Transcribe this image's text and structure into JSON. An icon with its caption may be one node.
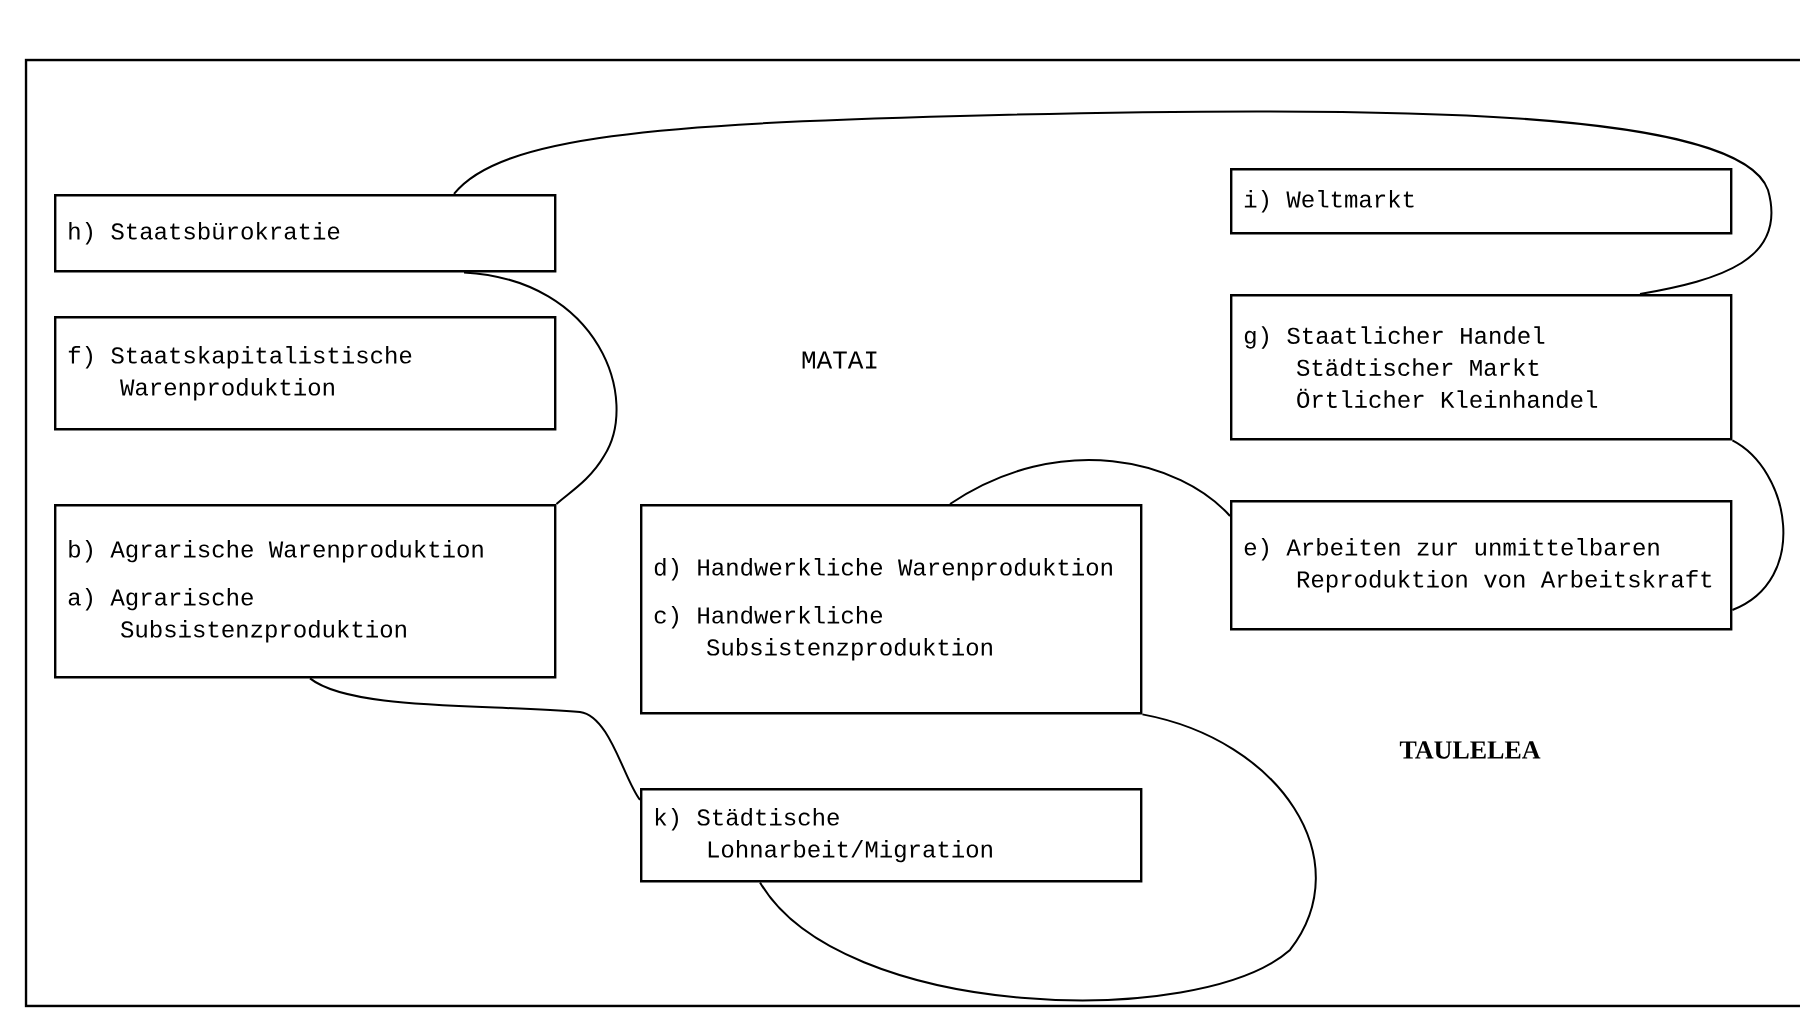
{
  "diagram": {
    "nodes": [
      {
        "text": [
          "h) Staatsbürokratie"
        ]
      },
      {
        "text": [
          "f) Staatskapitalistische Warenproduktion"
        ]
      },
      {
        "text": [
          "b) Agrarische Warenproduktion",
          "a) Agrarische Subsistenzproduktion"
        ]
      },
      {
        "text": [
          "d) Handwerkliche Warenproduktion",
          "c) Handwerkliche Subsistenzproduktion"
        ]
      },
      {
        "text": [
          "k) Städtische Lohnarbeit/Migration"
        ]
      },
      {
        "text": [
          "i) Weltmarkt"
        ]
      },
      {
        "text": [
          "g) Staatlicher Handel",
          "Städtischer Markt",
          "Örtlicher Kleinhandel"
        ]
      },
      {
        "text": [
          "e) Arbeiten zur unmittelbaren Reproduktion von Arbeitskraft"
        ]
      }
    ],
    "edges": [
      {
        "from": 0,
        "to": 6,
        "arrow": "none"
      },
      {
        "from": 0,
        "to": 2,
        "arrow": "none"
      },
      {
        "from": 2,
        "to": 4,
        "arrow": "none"
      },
      {
        "from": 4,
        "to": 3,
        "arrow": "none"
      },
      {
        "from": 3,
        "to": 7,
        "arrow": "none"
      },
      {
        "from": 6,
        "to": 7,
        "arrow": "none"
      }
    ],
    "labels": [
      "MATAI",
      "TAULELEA"
    ]
  }
}
